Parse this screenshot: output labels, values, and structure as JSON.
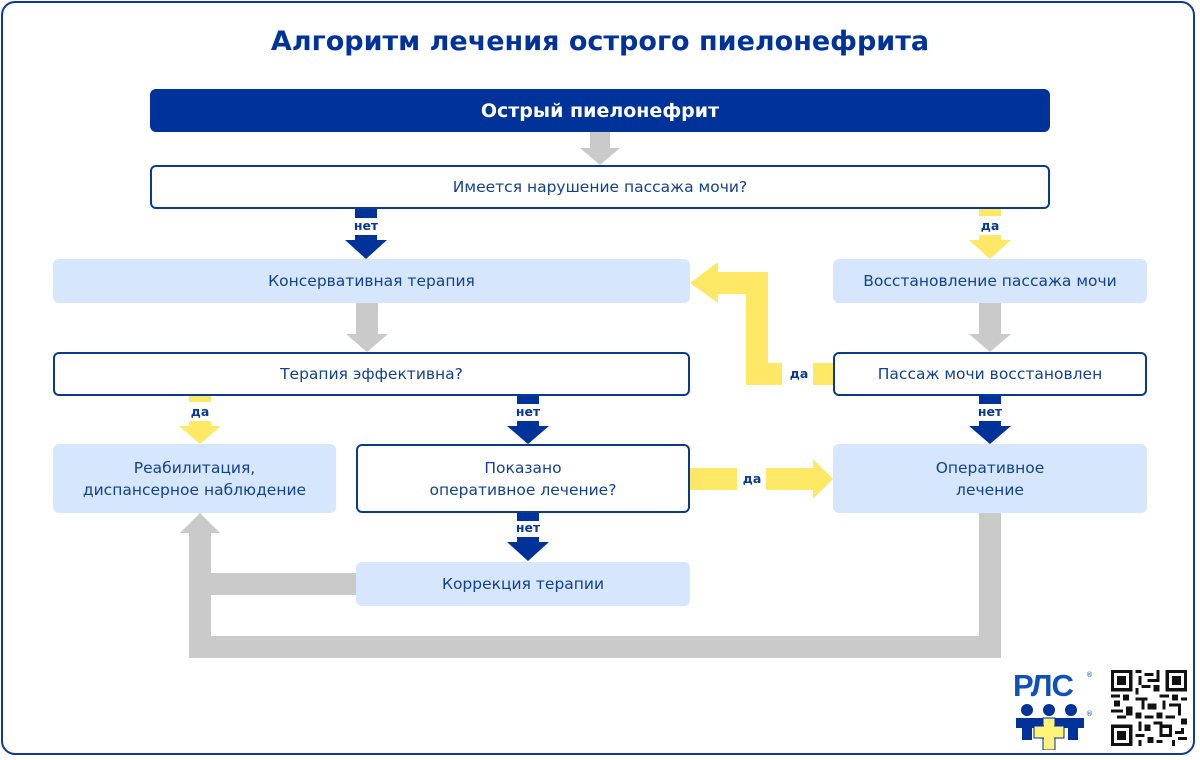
{
  "title": "Алгоритм лечения острого пиелонефрита",
  "nodes": {
    "start": "Острый пиелонефрит",
    "q_obstruction": "Имеется нарушение пассажа мочи?",
    "conservative": "Консервативная терапия",
    "restore_passage": "Восстановление пассажа мочи",
    "q_effective": "Терапия эффективна?",
    "q_restored": "Пассаж мочи восстановлен",
    "rehab_line1": "Реабилитация,",
    "rehab_line2": "диспансерное наблюдение",
    "q_surgery_line1": "Показано",
    "q_surgery_line2": "оперативное лечение?",
    "surgery_line1": "Оперативное",
    "surgery_line2": "лечение",
    "correction": "Коррекция терапии"
  },
  "edge_labels": {
    "obstruction_no": "нет",
    "obstruction_yes": "да",
    "restored_yes": "да",
    "effective_yes": "да",
    "effective_no": "нет",
    "restored_no": "нет",
    "surgery_yes": "да",
    "surgery_no": "нет"
  },
  "colors": {
    "primary": "#00339a",
    "light_box": "#d6e6fd",
    "yes_arrow": "#ffe866",
    "no_arrow": "#00339a",
    "flow_arrow": "#cacaca"
  },
  "logo": {
    "text": "РЛС",
    "registered": "®"
  }
}
